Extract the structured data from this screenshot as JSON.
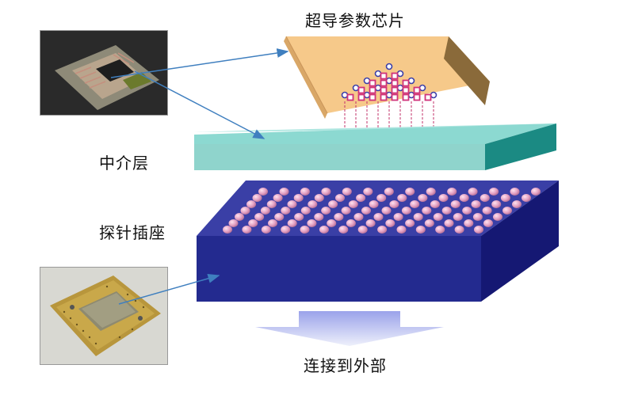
{
  "labels": {
    "chip": "超导参数芯片",
    "interposer": "中介层",
    "socket": "探针插座",
    "connect": "连接到外部"
  },
  "colors": {
    "chip_top": "#f6c98a",
    "chip_side": "#d9a767",
    "interposer_top": "#8cd9d1",
    "interposer_side": "#1b8a83",
    "socket_top": "#3a3fa6",
    "socket_side": "#1c1f7a",
    "pin": "#e8a6c8",
    "arrow_line": "#3f7fbf",
    "down_arrow": "#c9cdf2"
  },
  "icons": {
    "chip_photo": "superconducting-chip-photo",
    "socket_photo": "probe-socket-photo"
  }
}
